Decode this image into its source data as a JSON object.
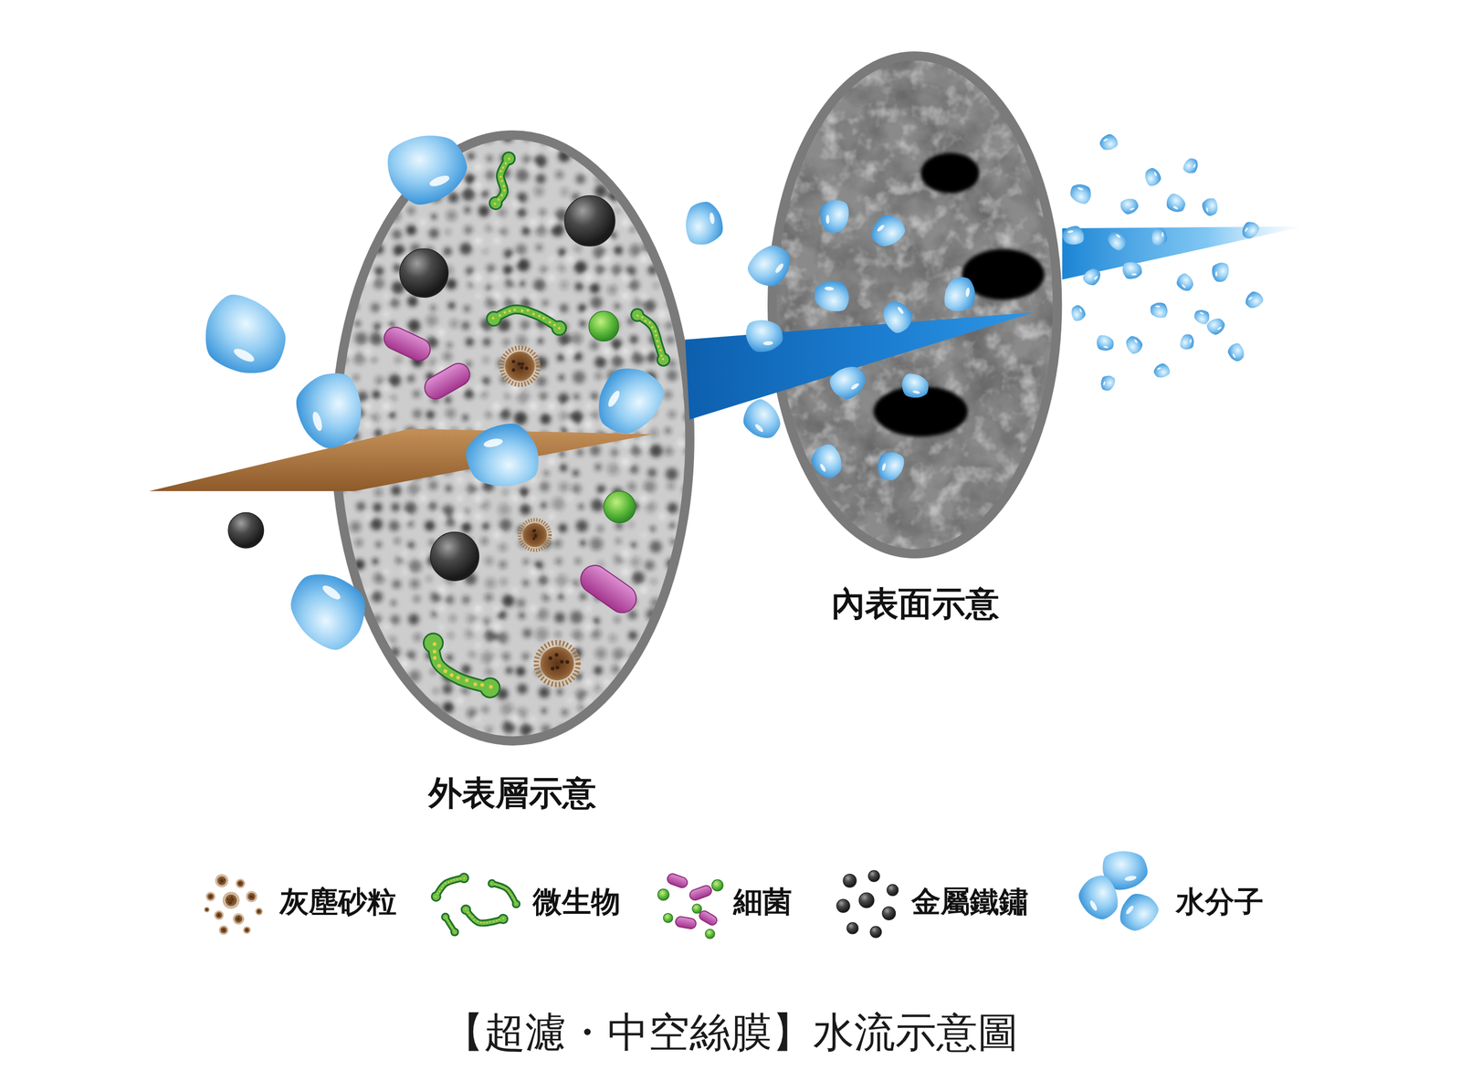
{
  "diagram": {
    "caption": "【超濾・中空絲膜】水流示意圖",
    "nodes": [
      {
        "text": [
          "外表層示意"
        ]
      },
      {
        "text": [
          "內表面示意"
        ]
      }
    ],
    "edges": [
      {
        "from": 0,
        "to": 1,
        "arrow": "none"
      }
    ],
    "legend": [
      {
        "text": "灰塵砂粒"
      },
      {
        "text": "微生物"
      },
      {
        "text": "細菌"
      },
      {
        "text": "金屬鐵鏽"
      },
      {
        "text": "水分子"
      }
    ]
  }
}
